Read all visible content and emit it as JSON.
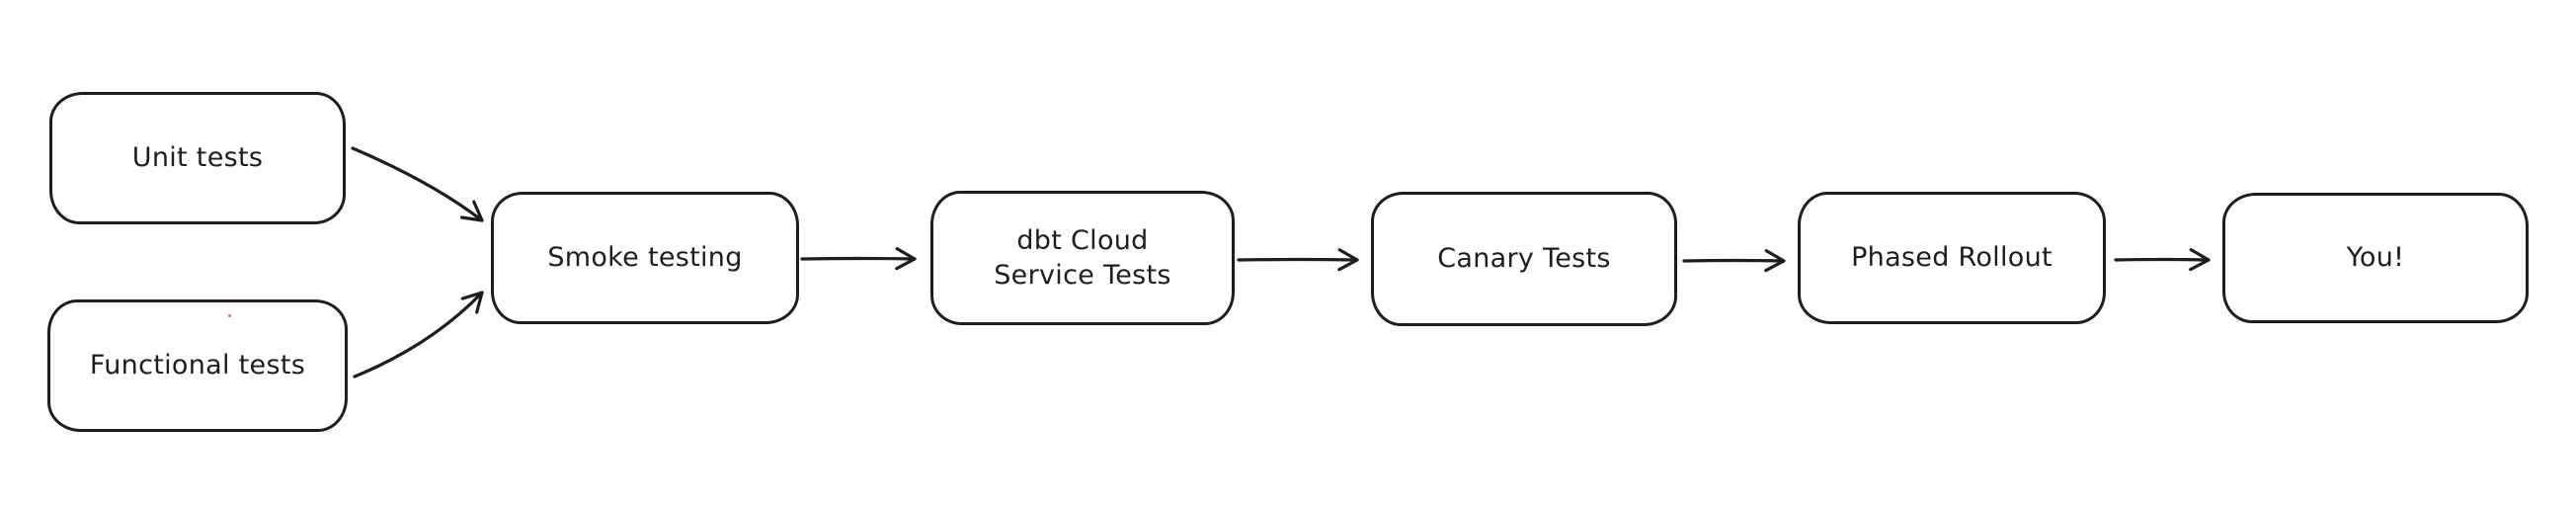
{
  "diagram": {
    "type": "flowchart",
    "style": "hand-drawn",
    "colors": {
      "stroke": "#1e1e1e",
      "background": "#ffffff",
      "artifact_dot": "#d46a6a"
    },
    "nodes": [
      {
        "id": "unit-tests",
        "label": "Unit tests"
      },
      {
        "id": "functional-tests",
        "label": "Functional tests"
      },
      {
        "id": "smoke-testing",
        "label": "Smoke testing"
      },
      {
        "id": "dbt-cloud-service-tests",
        "label": "dbt Cloud\nService Tests"
      },
      {
        "id": "canary-tests",
        "label": "Canary Tests"
      },
      {
        "id": "phased-rollout",
        "label": "Phased Rollout"
      },
      {
        "id": "you",
        "label": "You!"
      }
    ],
    "edges": [
      {
        "from": "unit-tests",
        "to": "smoke-testing"
      },
      {
        "from": "functional-tests",
        "to": "smoke-testing"
      },
      {
        "from": "smoke-testing",
        "to": "dbt-cloud-service-tests"
      },
      {
        "from": "dbt-cloud-service-tests",
        "to": "canary-tests"
      },
      {
        "from": "canary-tests",
        "to": "phased-rollout"
      },
      {
        "from": "phased-rollout",
        "to": "you"
      }
    ]
  }
}
